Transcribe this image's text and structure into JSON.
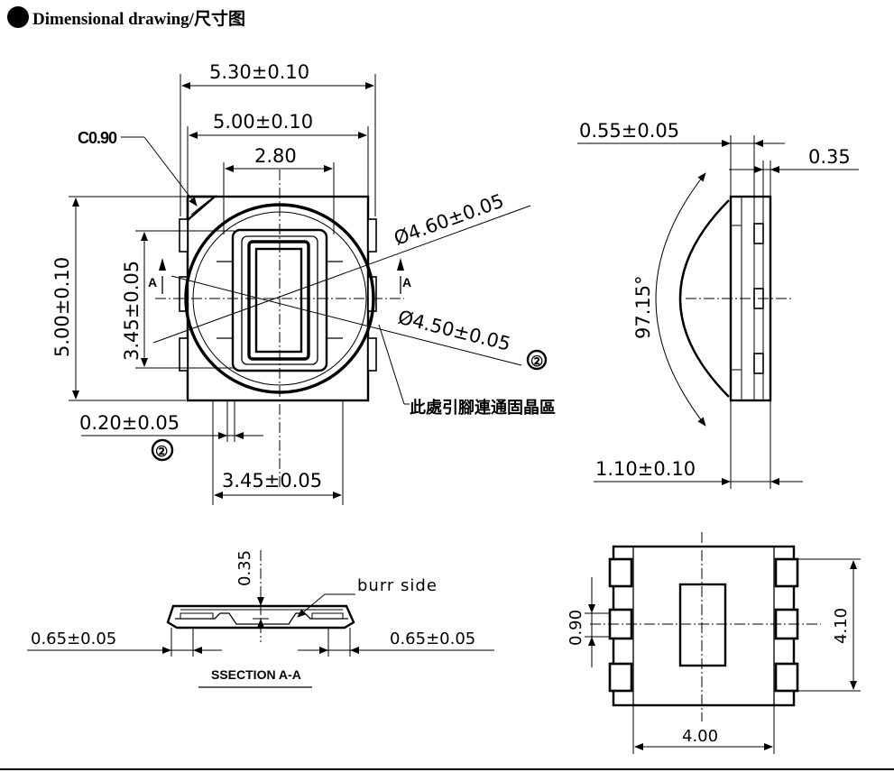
{
  "header": {
    "title": "Dimensional drawing/尺寸图"
  },
  "top_view": {
    "width_outer": "5.30±0.10",
    "width_inner": "5.00±0.10",
    "lens_slot": "2.80",
    "chamfer": "C0.90",
    "height": "5.00±0.10",
    "pad_span": "3.45±0.05",
    "circle_outer": "Ø4.60±0.05",
    "circle_inner": "Ø4.50±0.05",
    "note_mark_a": "②",
    "note_mark_b": "②",
    "lead_gap": "0.20±0.05",
    "bottom_span": "3.45±0.05",
    "pin_note": "此處引腳連通固晶區",
    "section_left": "A",
    "section_right": "A"
  },
  "side_view": {
    "thickness_lead": "0.55±0.05",
    "thickness_top": "0.35",
    "angle": "97.15°",
    "height": "1.10±0.10"
  },
  "section_view": {
    "depth": "0.35",
    "burr_label": "burr  side",
    "left_offset": "0.65±0.05",
    "right_offset": "0.65±0.05",
    "title": "SSECTION  A-A"
  },
  "bottom_view": {
    "pad_height": "0.90",
    "pad_span": "4.10",
    "body_width": "4.00"
  }
}
